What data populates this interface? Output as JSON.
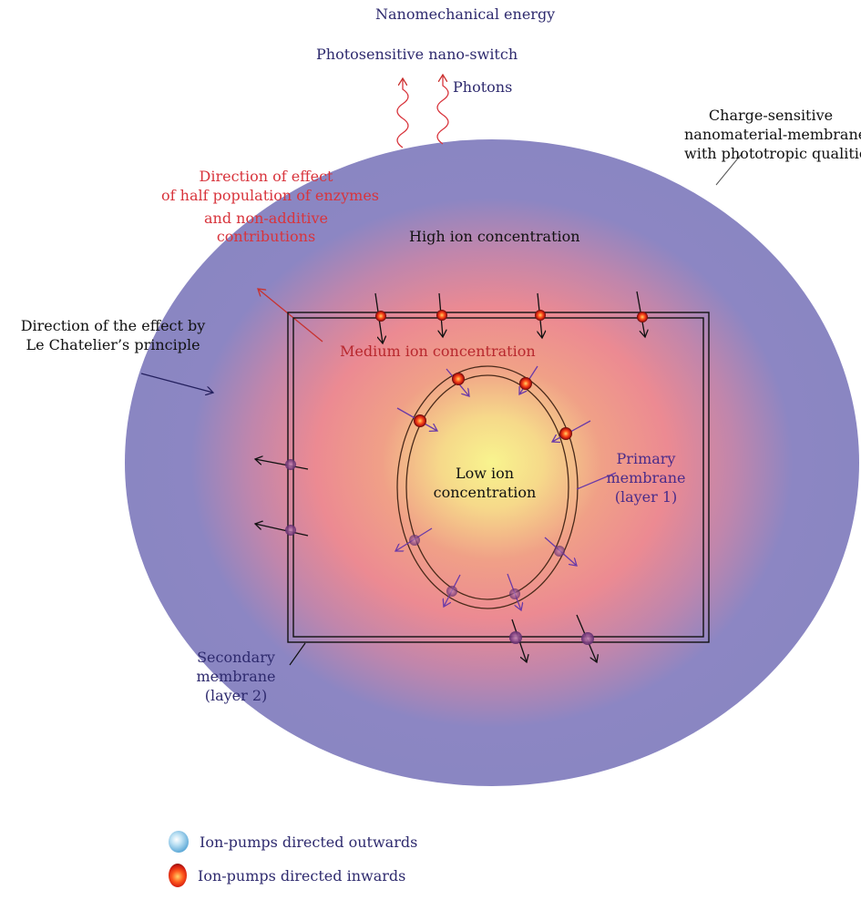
{
  "labels": {
    "nanomechanical_energy": "Nanomechanical energy",
    "nano_switch": "Photosensitive nano-switch",
    "photons": "Photons",
    "charge_sensitive": [
      "Charge-sensitive",
      "nanomaterial-membrane",
      "with phototropic qualities"
    ],
    "enzymes_direction": [
      "Direction of effect",
      "of half population of enzymes",
      "and non-additive",
      "contributions"
    ],
    "high_ion": "High ion concentration",
    "le_chatelier": [
      "Direction of the effect by",
      "Le Chatelier’s principle"
    ],
    "medium_ion": "Medium ion concentration",
    "low_ion": [
      "Low ion",
      "concentration"
    ],
    "primary_membrane": [
      "Primary",
      "membrane",
      "(layer 1)"
    ],
    "secondary_membrane": [
      "Secondary",
      "membrane",
      "(layer 2)"
    ]
  },
  "legend": [
    {
      "label": "Ion-pumps directed outwards",
      "icon": "ion-pump-outward-icon",
      "color": "#5aa7d6"
    },
    {
      "label": "Ion-pumps directed inwards",
      "icon": "ion-pump-inward-icon",
      "color": "#e0281a"
    }
  ],
  "colors": {
    "outer": "#8a86c2",
    "middle": "#ee8a90",
    "center": "#f7ef8e",
    "red_text": "#d8343c",
    "purple_arrow": "#6a3aa8"
  }
}
